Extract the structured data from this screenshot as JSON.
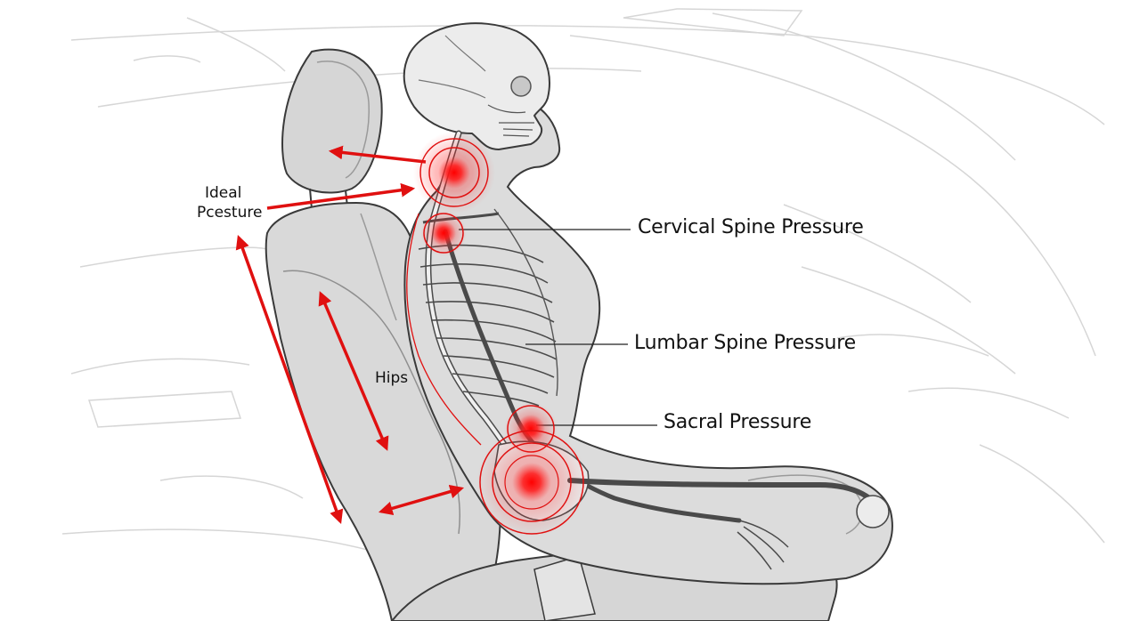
{
  "labels": {
    "ideal_posture_line1": "Ideal",
    "ideal_posture_line2": "Pcesture",
    "hips": "Hips",
    "cervical": "Cervical Spine Pressure",
    "lumbar": "Lumbar Spine Pressure",
    "sacral": "Sacral Pressure"
  },
  "colors": {
    "accent_red": "#e01010",
    "outline": "#3a3a3a",
    "seat_fill": "#d9d9d9",
    "body_fill": "#dcdcdc",
    "bone_fill": "#eeeeee",
    "car_line": "#d6d6d6"
  },
  "pressure_points": [
    {
      "name": "neck",
      "intensity": "high"
    },
    {
      "name": "upper-back",
      "intensity": "medium"
    },
    {
      "name": "sacral",
      "intensity": "medium"
    },
    {
      "name": "hip",
      "intensity": "high"
    }
  ]
}
